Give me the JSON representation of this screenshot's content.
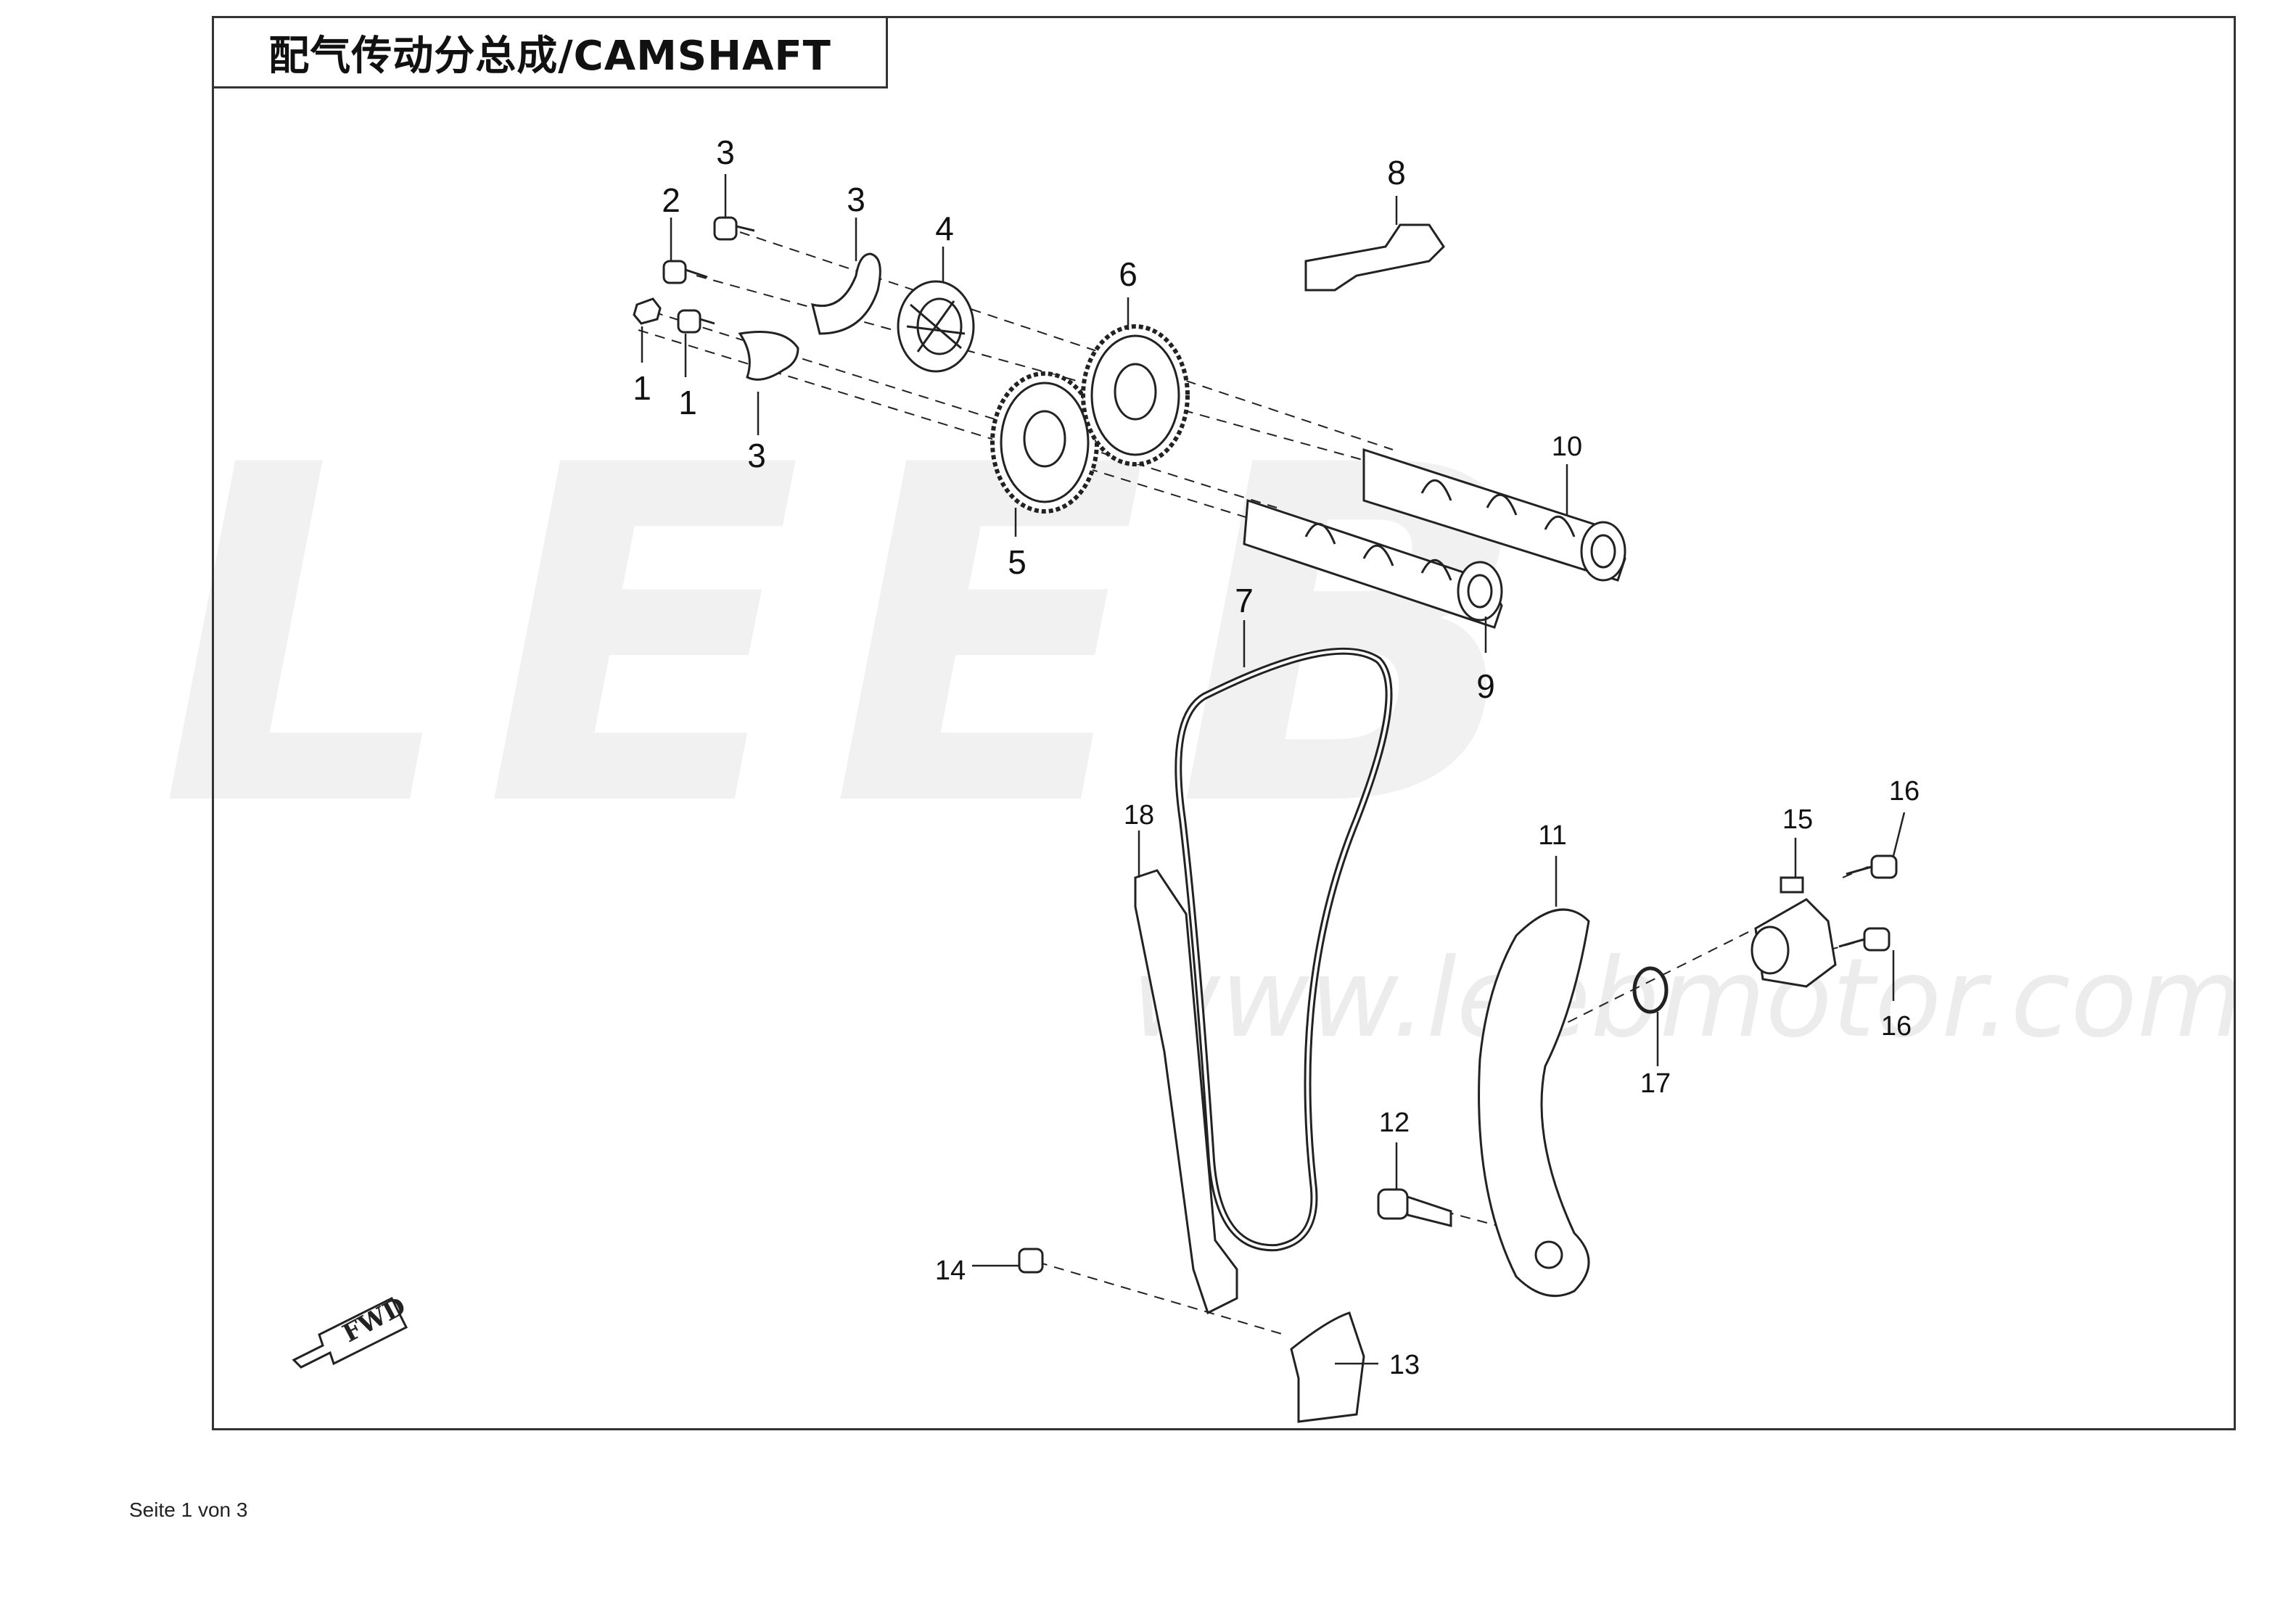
{
  "title": "配气传动分总成/CAMSHAFT",
  "watermark": {
    "brand": "LEEB",
    "url": "www.leebmotor.com"
  },
  "fwd_label": "FWD",
  "footer": "Seite 1 von 3",
  "callouts": [
    {
      "id": "c1a",
      "label": "1",
      "part": "bolt"
    },
    {
      "id": "c1b",
      "label": "1",
      "part": "bolt"
    },
    {
      "id": "c2",
      "label": "2",
      "part": "bolt"
    },
    {
      "id": "c3a",
      "label": "3",
      "part": "bolt"
    },
    {
      "id": "c3b",
      "label": "3",
      "part": "retainer-plate"
    },
    {
      "id": "c3c",
      "label": "3",
      "part": "retainer-plate"
    },
    {
      "id": "c4",
      "label": "4",
      "part": "decompressor"
    },
    {
      "id": "c5",
      "label": "5",
      "part": "sprocket"
    },
    {
      "id": "c6",
      "label": "6",
      "part": "sprocket"
    },
    {
      "id": "c7",
      "label": "7",
      "part": "timing-chain"
    },
    {
      "id": "c8",
      "label": "8",
      "part": "bracket"
    },
    {
      "id": "c9",
      "label": "9",
      "part": "camshaft"
    },
    {
      "id": "c10",
      "label": "10",
      "part": "camshaft"
    },
    {
      "id": "c11",
      "label": "11",
      "part": "tensioner-guide"
    },
    {
      "id": "c12",
      "label": "12",
      "part": "pivot-bolt"
    },
    {
      "id": "c13",
      "label": "13",
      "part": "guide-plate"
    },
    {
      "id": "c14",
      "label": "14",
      "part": "bolt"
    },
    {
      "id": "c15",
      "label": "15",
      "part": "chain-tensioner"
    },
    {
      "id": "c16a",
      "label": "16",
      "part": "bolt"
    },
    {
      "id": "c16b",
      "label": "16",
      "part": "bolt"
    },
    {
      "id": "c17",
      "label": "17",
      "part": "o-ring"
    },
    {
      "id": "c18",
      "label": "18",
      "part": "chain-guide"
    }
  ]
}
